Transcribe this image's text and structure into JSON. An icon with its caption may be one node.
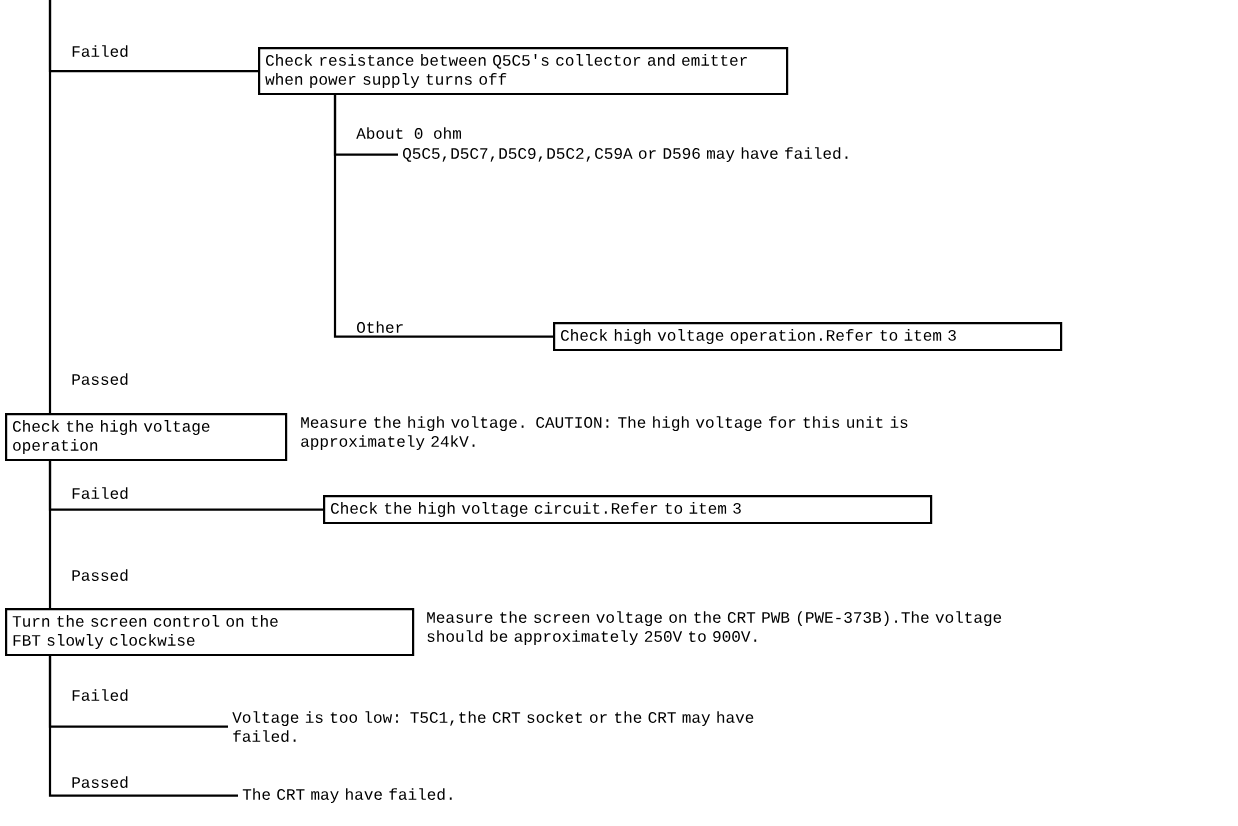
{
  "diagram": {
    "nodes": [
      {
        "text": [
          "Check resistance between Q5C5's collector and emitter when power supply turns off"
        ]
      },
      {
        "text": [
          "Q5C5,D5C7,D5C9,D5C2,C59A or D596 may have failed."
        ]
      },
      {
        "text": [
          "Check high voltage operation.Refer to item 3"
        ]
      },
      {
        "text": [
          "Check the high voltage operation"
        ],
        "beside": [
          "Measure the high voltage. CAUTION: The high voltage for this unit is approximately 24kV."
        ]
      },
      {
        "text": [
          "Check the high voltage circuit.Refer to item 3"
        ]
      },
      {
        "text": [
          "Turn the screen control on the FBT slowly clockwise"
        ],
        "beside": [
          "Measure the screen voltage on the CRT PWB (PWE-373B).The voltage should be approximately 250V to 900V."
        ]
      },
      {
        "text": [
          "Voltage is too low: T5C1,the CRT socket or the CRT may have failed."
        ]
      },
      {
        "text": [
          "The CRT may have failed."
        ]
      }
    ],
    "edges": [
      {
        "from": null,
        "to": 0,
        "arrow": "none",
        "label": "Failed"
      },
      {
        "from": null,
        "to": 3,
        "arrow": "none",
        "label": "Passed"
      },
      {
        "from": 0,
        "to": 1,
        "arrow": "none",
        "label": "About 0 ohm"
      },
      {
        "from": 0,
        "to": 2,
        "arrow": "none",
        "label": "Other"
      },
      {
        "from": 3,
        "to": 4,
        "arrow": "none",
        "label": "Failed"
      },
      {
        "from": 3,
        "to": 5,
        "arrow": "none",
        "label": "Passed"
      },
      {
        "from": 5,
        "to": 6,
        "arrow": "none",
        "label": "Failed"
      },
      {
        "from": 5,
        "to": 7,
        "arrow": "none",
        "label": "Passed"
      }
    ]
  }
}
